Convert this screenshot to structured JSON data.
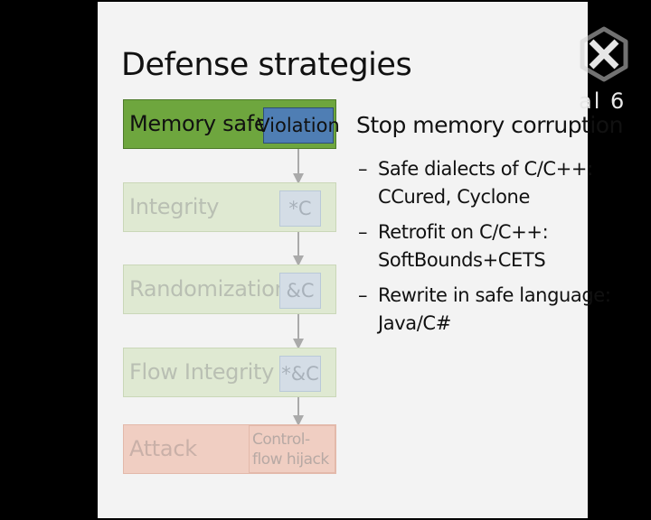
{
  "slide": {
    "title": "Defense strategies",
    "chain": [
      {
        "id": "mem",
        "label": "Memory safety",
        "tag": "Violation"
      },
      {
        "id": "int",
        "label": "Integrity",
        "tag": "*C"
      },
      {
        "id": "ran",
        "label": "Randomization",
        "tag": "&C"
      },
      {
        "id": "flo",
        "label": "Flow Integrity",
        "tag": "*&C"
      },
      {
        "id": "att",
        "label": "Attack",
        "tag": "Control-flow hijack"
      }
    ],
    "heading": "Stop memory corruption",
    "bullets": [
      {
        "line1": "Safe dialects of C/C++:",
        "line2": "CCured, Cyclone"
      },
      {
        "line1": "Retrofit on C/C++:",
        "line2": "SoftBounds+CETS"
      },
      {
        "line1": "Rewrite in safe language:",
        "line2": "Java/C#"
      }
    ],
    "bullet_marker": "–"
  },
  "overlay": {
    "logo_text": "al 6"
  },
  "colors": {
    "active_box": "#6ea63e",
    "active_tag": "#4f7eb4",
    "faded_box": "#dfe9d2",
    "attack_box": "#f0cec2",
    "background": "#f3f3f3"
  }
}
